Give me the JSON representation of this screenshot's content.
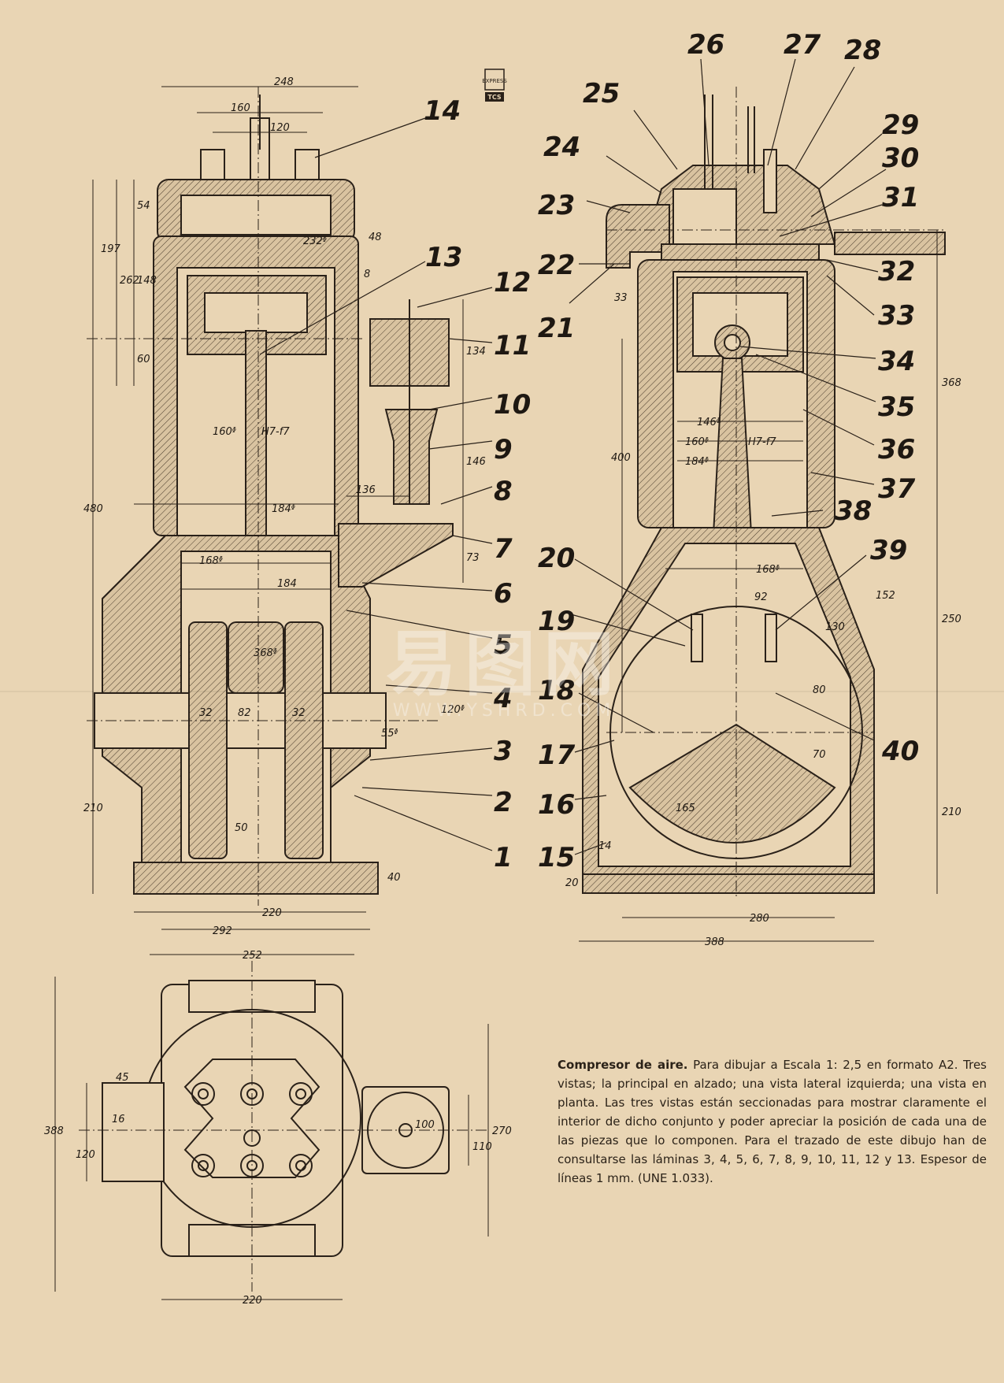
{
  "logo": {
    "top": "EXPRESS",
    "bottom": "TCS"
  },
  "caption": {
    "title": "Compresor de aire.",
    "body": "Para dibujar a Escala 1: 2,5 en formato A2. Tres vistas; la principal en alzado; una vista lateral izquierda; una vista en planta. Las tres vistas están seccionadas para mostrar claramente el interior de dicho conjunto y poder apreciar la posición de cada una de las piezas que lo componen. Para el trazado de este dibujo han de consultarse las láminas 3, 4, 5, 6, 7, 8, 9, 10, 11, 12 y 13. Espesor de líneas 1 mm. (UNE 1.033)."
  },
  "watermark": {
    "main": "易图网",
    "url": "WWW.YSHRD.COM"
  },
  "part_numbers_left": [
    "14",
    "13",
    "12",
    "11",
    "10",
    "9",
    "8",
    "7",
    "6",
    "5",
    "4",
    "3",
    "2",
    "1"
  ],
  "part_numbers_right": [
    "25",
    "26",
    "27",
    "28",
    "24",
    "29",
    "30",
    "23",
    "31",
    "22",
    "32",
    "21",
    "33",
    "34",
    "35",
    "36",
    "37",
    "38",
    "20",
    "39",
    "19",
    "18",
    "40",
    "17",
    "16",
    "15"
  ],
  "dims_front": {
    "d248": "248",
    "d160": "160",
    "d120": "120",
    "d232": "232ᶲ",
    "d48": "48",
    "d8": "8",
    "d197": "197",
    "d262": "262",
    "d54": "54",
    "d148": "148",
    "d60": "60",
    "d160b": "160ᶲ",
    "h7": "H7-f7",
    "d184": "184ᶲ",
    "d480": "480",
    "d168": "168ᶲ",
    "d184b": "184",
    "d368": "368ᶲ",
    "d32a": "32",
    "d82": "82",
    "d32b": "32",
    "d120b": "120ᶲ",
    "d55": "55ᶲ",
    "d50": "50",
    "d210": "210",
    "d40": "40",
    "d220": "220",
    "d292": "292",
    "d134": "134",
    "d146": "146",
    "d136": "136",
    "d73": "73"
  },
  "dims_side": {
    "d33": "33",
    "d146": "146ᶲ",
    "d160": "160ᶲ",
    "d184": "184ᶲ",
    "h7": "H7-f7",
    "d400": "400",
    "d368": "368",
    "d168": "168ᶲ",
    "d92": "92",
    "d152": "152",
    "d130": "130",
    "d250": "250",
    "d80": "80",
    "d70": "70",
    "d165": "165",
    "d210": "210",
    "d14": "14",
    "d20": "20",
    "d280": "280",
    "d388": "388"
  },
  "dims_plan": {
    "d252": "252",
    "d388": "388",
    "d45": "45",
    "d16": "16",
    "d120": "120",
    "d100": "100",
    "d110": "110",
    "d270": "270",
    "d220": "220"
  }
}
